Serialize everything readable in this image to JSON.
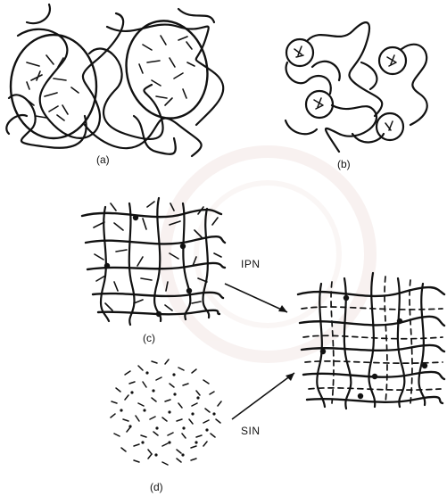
{
  "figure": {
    "panels": [
      {
        "caption": "(a)"
      },
      {
        "caption": "(b)"
      },
      {
        "caption": "(c)"
      },
      {
        "caption": "(d)"
      }
    ],
    "arrows": [
      {
        "label": "IPN"
      },
      {
        "label": "SIN"
      }
    ],
    "watermark_icon": "university-seal-watermark"
  }
}
